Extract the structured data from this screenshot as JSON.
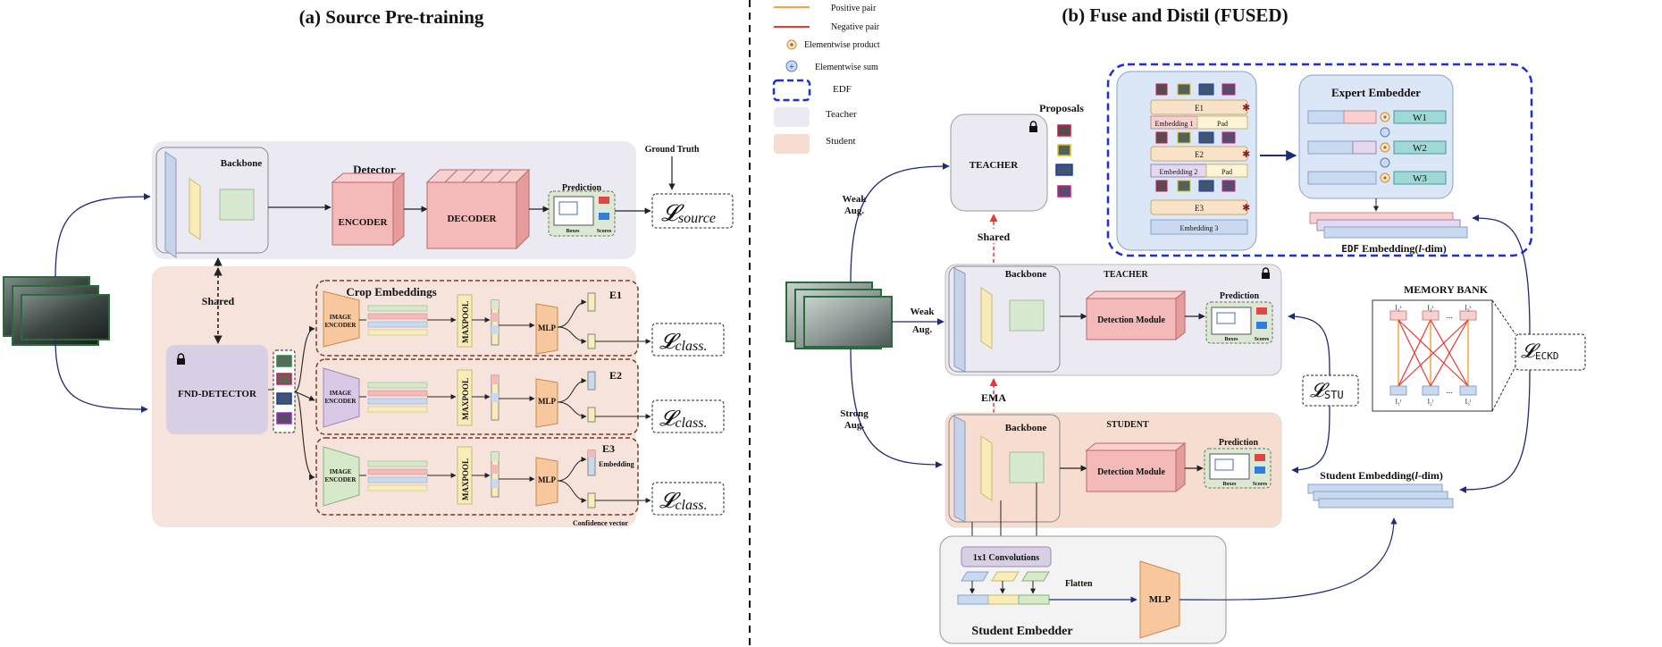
{
  "panels": {
    "a_title": "(a) Source Pre-training",
    "b_title": "(b) Fuse and Distil (FUSED)"
  },
  "legend": {
    "positive": "Positive pair",
    "negative": "Negative pair",
    "product": "Elementwise product",
    "sum": "Elementwise sum",
    "edf": "EDF",
    "teacher": "Teacher",
    "student": "Student"
  },
  "left": {
    "backbone": "Backbone",
    "detector": "Detector",
    "encoder": "ENCODER",
    "decoder": "DECODER",
    "prediction": "Prediction",
    "boxes": "Boxes",
    "scores": "Scores",
    "ground_truth": "Ground Truth",
    "loss_source": "𝓛",
    "loss_source_sub": "source",
    "shared": "Shared",
    "fnd": "FND-DETECTOR",
    "crop_embeddings": "Crop Embeddings",
    "image": "IMAGE",
    "encoder_small": "ENCODER",
    "maxpool": "MAXPOOL",
    "mlp": "MLP",
    "e1": "E1",
    "e2": "E2",
    "e3": "E3",
    "embedding": "Embedding",
    "confidence": "Confidence vector",
    "loss_class": "𝓛",
    "loss_class_sub": "class."
  },
  "right": {
    "proposals": "Proposals",
    "teacher_box": "TEACHER",
    "weak_aug": "Weak",
    "aug": "Aug.",
    "strong": "Strong",
    "shared": "Shared",
    "ema": "EMA",
    "backbone": "Backbone",
    "teacher_label": "TEACHER",
    "student_label": "STUDENT",
    "detection_module": "Detection Module",
    "prediction": "Prediction",
    "boxes": "Boxes",
    "scores": "Scores",
    "e1": "E1",
    "e2": "E2",
    "e3": "E3",
    "emb1": "Embedding 1",
    "emb2": "Embedding 2",
    "emb3": "Embedding 3",
    "pad": "Pad",
    "expert_embedder": "Expert Embedder",
    "w1": "W1",
    "w2": "W2",
    "w3": "W3",
    "edf_embedding": "EDF",
    "edf_embedding_rest": "Embedding(",
    "l_dim": "l",
    "dim_suffix": "-dim)",
    "memory_bank": "MEMORY BANK",
    "loss_eckd": "𝓛",
    "loss_eckd_sub": "ECKD",
    "loss_stu": "𝓛",
    "loss_stu_sub": "STU",
    "student_embedding": "Student Embedding(",
    "conv": "1x1 Convolutions",
    "flatten": "Flatten",
    "mlp": "MLP",
    "student_embedder": "Student  Embedder",
    "mb_top": [
      "l₁ˢ",
      "l₂ˢ",
      "l₃ˢ"
    ],
    "mb_bot": [
      "l₁ᵗ",
      "l₂ᵗ",
      "l₃ᵗ"
    ],
    "ellipsis": "..."
  },
  "colors": {
    "teacher_bg": "#ebeaf3",
    "student_bg": "#f6ddd0",
    "edf_border": "#1f2fd6",
    "encoder_pink": "#f4b9b9",
    "backbone_blue": "#c7d3ea",
    "backbone_yellow": "#f8ecb8",
    "backbone_green": "#d7ead1",
    "mlp_orange": "#f7c89d",
    "arrow_blue": "#1f2a7a",
    "negative": "#e53935",
    "positive": "#f0a640"
  }
}
